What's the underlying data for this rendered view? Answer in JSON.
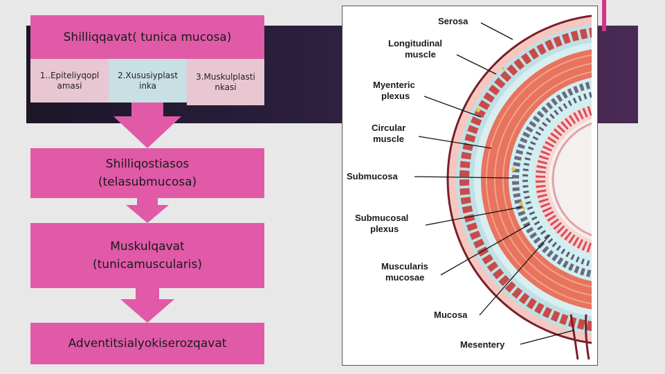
{
  "layers": {
    "title": "Shilliqqavat( tunica mucosa)",
    "sub_items": [
      "1..Epiteliyqopl amasi",
      "2.Xususiyplast inka",
      "3.Muskulplasti nkasi"
    ],
    "layer2_line1": "Shilliqostiasos",
    "layer2_line2": "(telasubmucosa)",
    "layer3_line1": "Muskulqavat",
    "layer3_line2": "(tunicamuscularis)",
    "layer4": "Adventitsialyokiserozqavat"
  },
  "diagram_labels": {
    "serosa": "Serosa",
    "longitudinal_1": "Longitudinal",
    "longitudinal_2": "muscle",
    "myenteric_1": "Myenteric",
    "myenteric_2": "plexus",
    "circular_1": "Circular",
    "circular_2": "muscle",
    "submucosa": "Submucosa",
    "submucosal_1": "Submucosal",
    "submucosal_2": "plexus",
    "muscularis_1": "Muscularis",
    "muscularis_2": "mucosae",
    "mucosa": "Mucosa",
    "mesentery": "Mesentery"
  },
  "colors": {
    "pink": "#e05aa8",
    "band": "#2b1f3d"
  }
}
